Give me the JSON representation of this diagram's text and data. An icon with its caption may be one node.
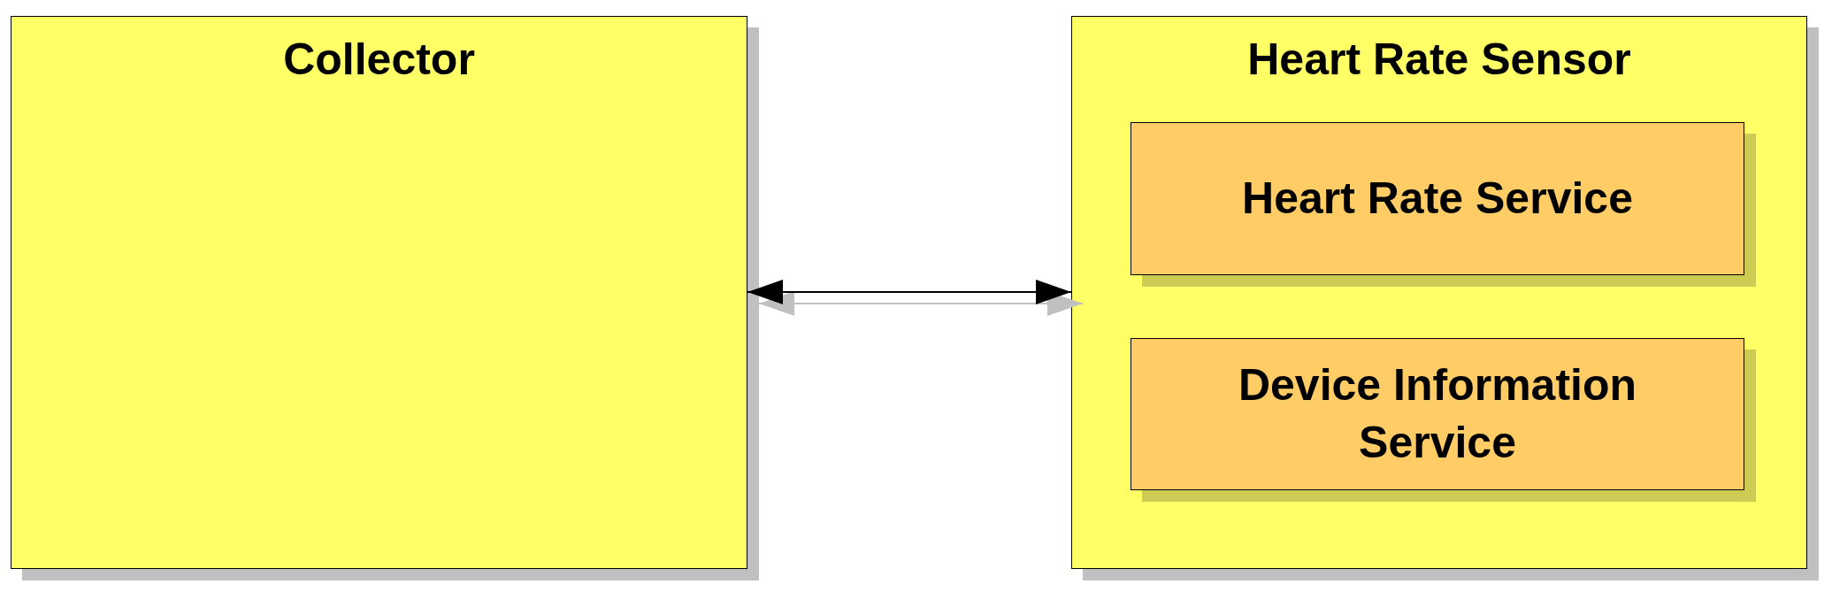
{
  "diagram": {
    "nodes": [
      {
        "text": [
          "Collector"
        ]
      },
      {
        "text": [
          "Heart Rate Sensor"
        ]
      },
      {
        "text": [
          "Heart Rate Service"
        ],
        "in": 1
      },
      {
        "text": [
          "Device Information Service"
        ],
        "in": 1
      }
    ],
    "edges": [
      {
        "from": 0,
        "to": 1,
        "arrow": "both"
      }
    ]
  }
}
